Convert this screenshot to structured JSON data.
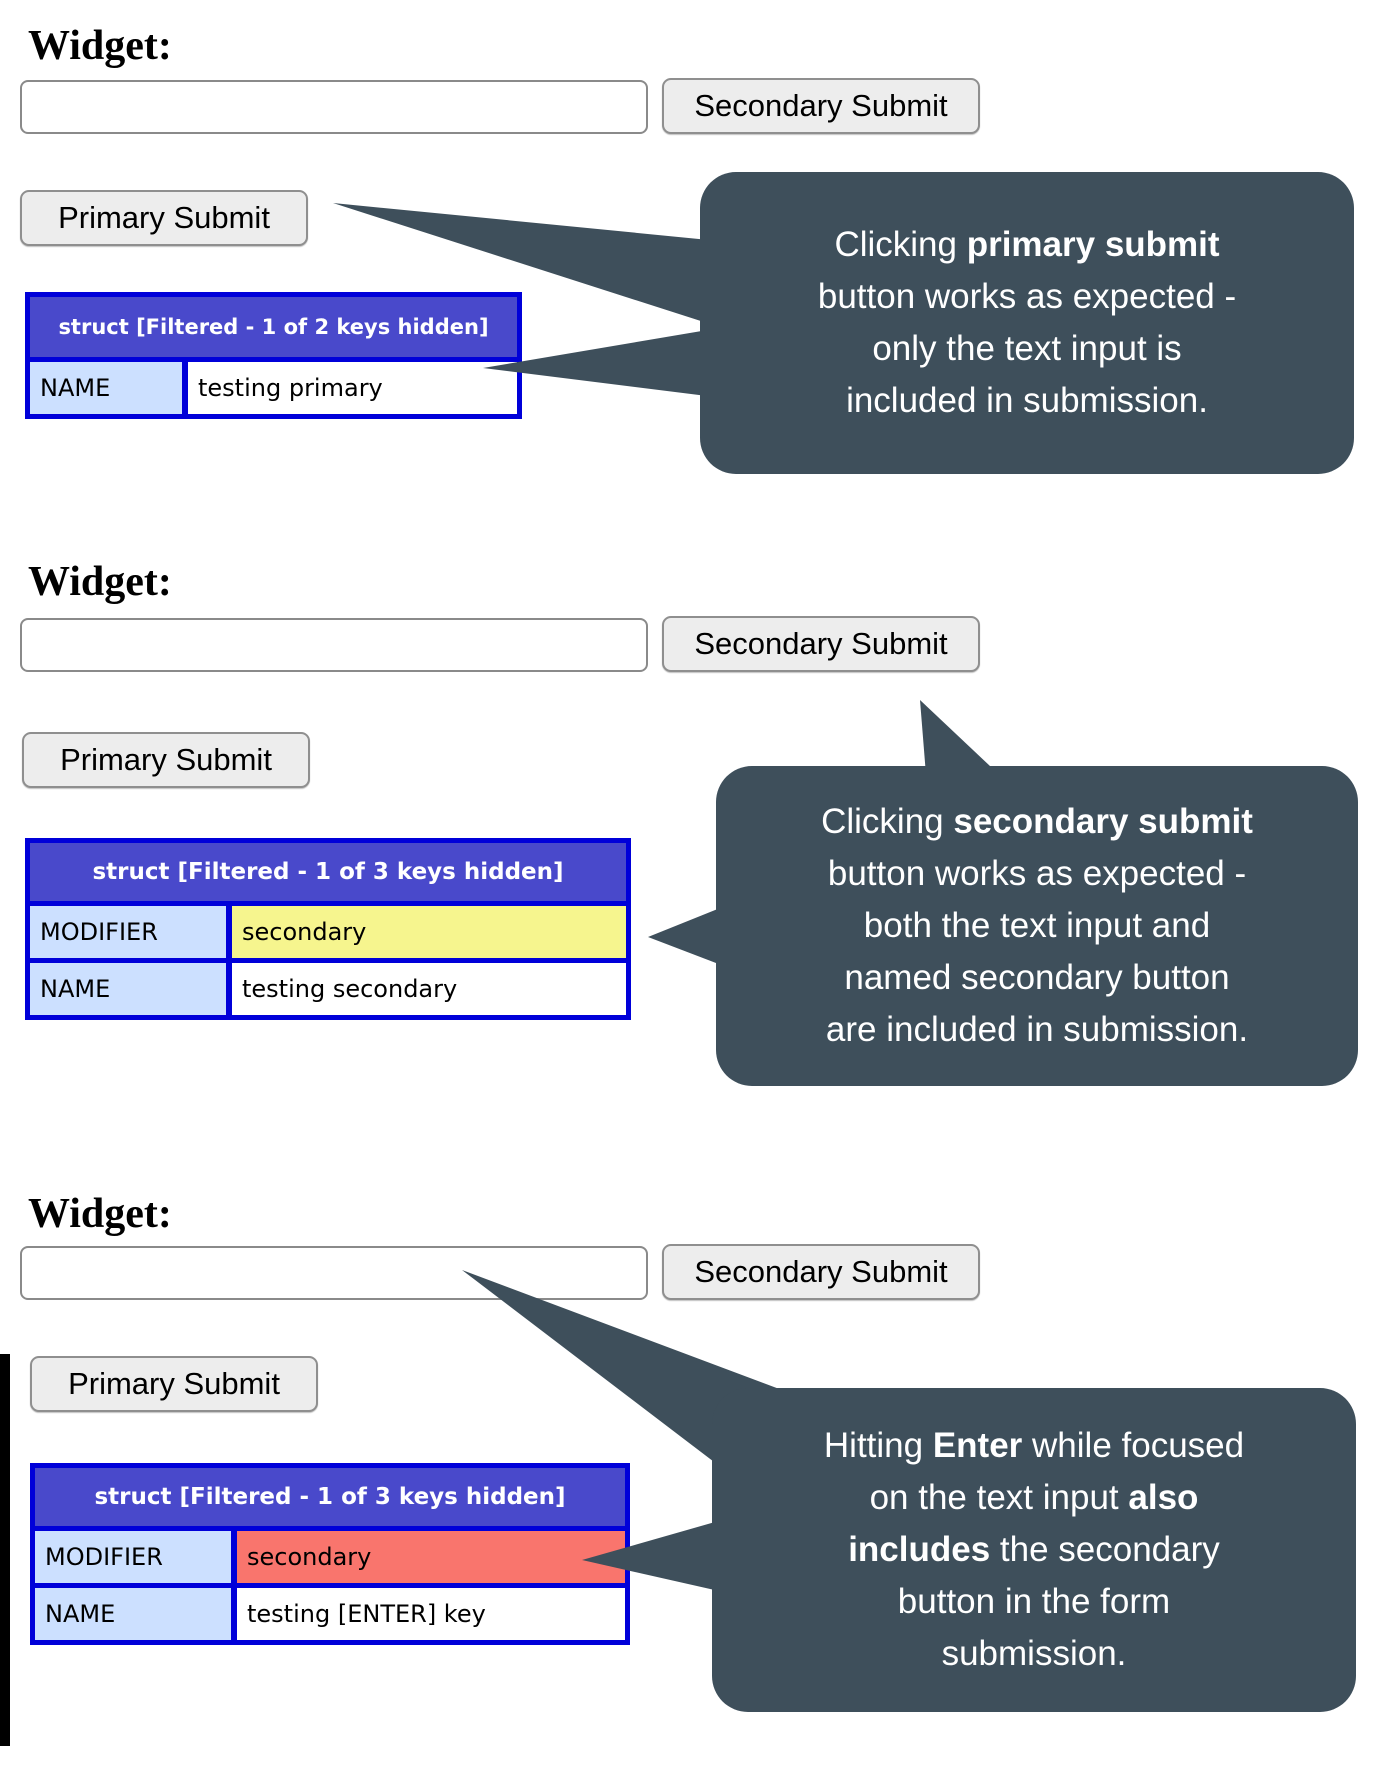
{
  "colors": {
    "callout_bg": "#3e4f5b",
    "table_border_blue": "#0000d9",
    "table_header_bg": "#4949cb",
    "table_key_bg": "#cce0ff",
    "highlight_yellow": "#f6f58e",
    "highlight_salmon": "#f9756d",
    "button_bg": "#ededed",
    "white": "#ffffff"
  },
  "sections": [
    {
      "heading": "Widget:",
      "input": {
        "value": "",
        "placeholder": ""
      },
      "secondary_button": "Secondary Submit",
      "primary_button": "Primary Submit",
      "table": {
        "header": "struct [Filtered - 1 of 2 keys hidden]",
        "rows": [
          {
            "key": "NAME",
            "value": "testing primary",
            "value_bg": "#ffffff"
          }
        ]
      },
      "callout": {
        "lines": [
          [
            {
              "t": "Clicking ",
              "b": false
            },
            {
              "t": "primary submit",
              "b": true
            }
          ],
          [
            {
              "t": "button works as expected -",
              "b": false
            }
          ],
          [
            {
              "t": "only the text input is",
              "b": false
            }
          ],
          [
            {
              "t": "included in submission.",
              "b": false
            }
          ]
        ]
      }
    },
    {
      "heading": "Widget:",
      "input": {
        "value": "",
        "placeholder": ""
      },
      "secondary_button": "Secondary Submit",
      "primary_button": "Primary Submit",
      "table": {
        "header": "struct [Filtered - 1 of 3 keys hidden]",
        "rows": [
          {
            "key": "MODIFIER",
            "value": "secondary",
            "value_bg": "#f6f58e"
          },
          {
            "key": "NAME",
            "value": "testing secondary",
            "value_bg": "#ffffff"
          }
        ]
      },
      "callout": {
        "lines": [
          [
            {
              "t": "Clicking ",
              "b": false
            },
            {
              "t": "secondary submit",
              "b": true
            }
          ],
          [
            {
              "t": "button works as expected -",
              "b": false
            }
          ],
          [
            {
              "t": "both the text input and",
              "b": false
            }
          ],
          [
            {
              "t": "named secondary button",
              "b": false
            }
          ],
          [
            {
              "t": "are included in submission.",
              "b": false
            }
          ]
        ]
      }
    },
    {
      "heading": "Widget:",
      "input": {
        "value": "",
        "placeholder": ""
      },
      "secondary_button": "Secondary Submit",
      "primary_button": "Primary Submit",
      "table": {
        "header": "struct [Filtered - 1 of 3 keys hidden]",
        "rows": [
          {
            "key": "MODIFIER",
            "value": "secondary",
            "value_bg": "#f9756d"
          },
          {
            "key": "NAME",
            "value": "testing [ENTER] key",
            "value_bg": "#ffffff"
          }
        ]
      },
      "callout": {
        "lines": [
          [
            {
              "t": "Hitting ",
              "b": false
            },
            {
              "t": "Enter",
              "b": true
            },
            {
              "t": " while focused",
              "b": false
            }
          ],
          [
            {
              "t": "on the text input ",
              "b": false
            },
            {
              "t": "also",
              "b": true
            }
          ],
          [
            {
              "t": "includes",
              "b": true
            },
            {
              "t": " the secondary",
              "b": false
            }
          ],
          [
            {
              "t": "button in the form",
              "b": false
            }
          ],
          [
            {
              "t": "submission.",
              "b": false
            }
          ]
        ]
      }
    }
  ]
}
